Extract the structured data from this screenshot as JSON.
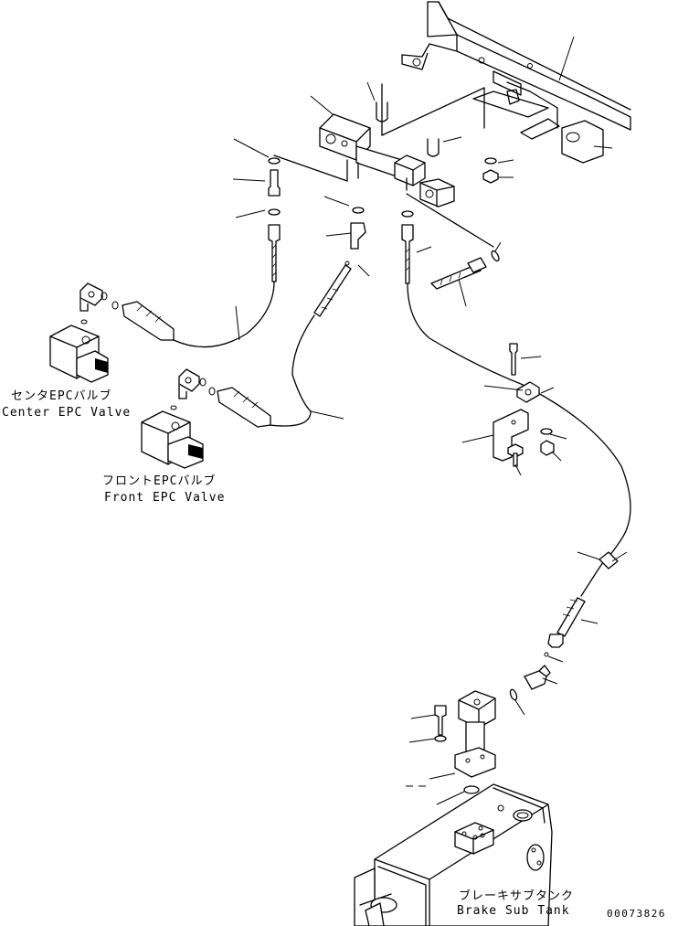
{
  "labels": {
    "center_epc_jp": "センタEPCバルブ",
    "center_epc_en": "Center EPC Valve",
    "front_epc_jp": "フロントEPCバルブ",
    "front_epc_en": "Front EPC Valve",
    "brake_tank_jp": "ブレーキサブタンク",
    "brake_tank_en": "Brake Sub Tank"
  },
  "drawing_code": "00073826"
}
